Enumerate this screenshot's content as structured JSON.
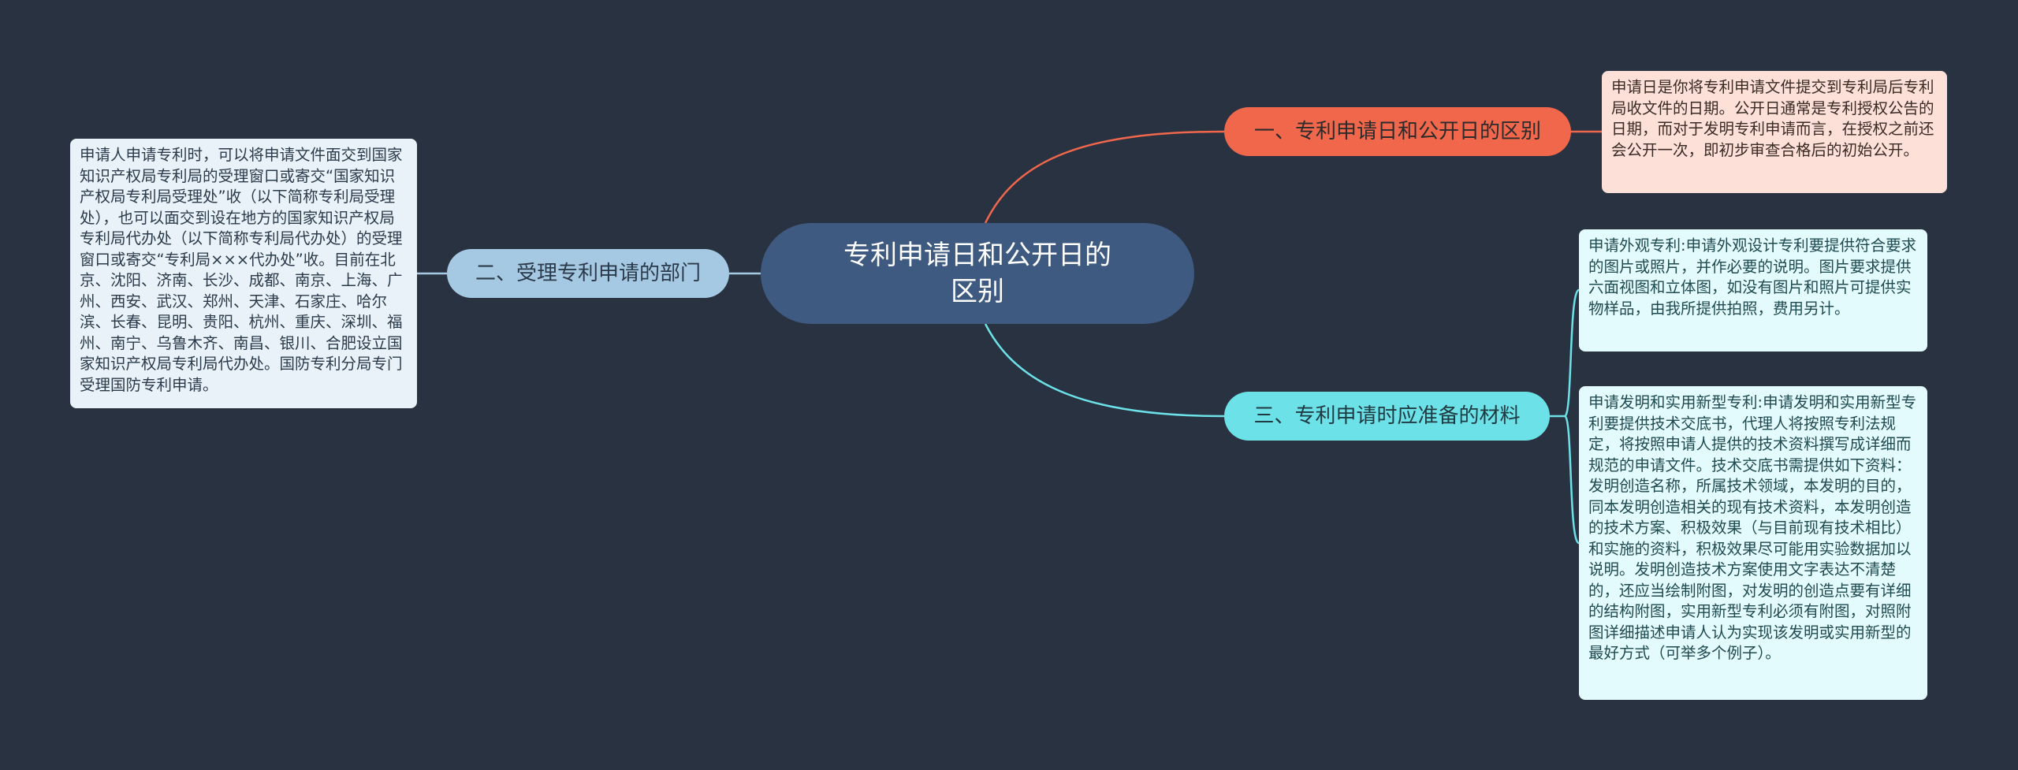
{
  "mindmap": {
    "center": {
      "title": "专利申请日和公开日的区别"
    },
    "branches": [
      {
        "label": "一、专利申请日和公开日的区别",
        "color": "#f0674c",
        "notes": [
          "申请日是你将专利申请文件提交到专利局后专利局收文件的日期。公开日通常是专利授权公告的日期，而对于发明专利申请而言，在授权之前还会公开一次，即初步审查合格后的初始公开。"
        ]
      },
      {
        "label": "二、受理专利申请的部门",
        "color": "#a6c9e3",
        "notes": [
          "申请人申请专利时，可以将申请文件面交到国家知识产权局专利局的受理窗口或寄交“国家知识产权局专利局受理处”收（以下简称专利局受理处），也可以面交到设在地方的国家知识产权局专利局代办处（以下简称专利局代办处）的受理窗口或寄交“专利局×××代办处”收。目前在北京、沈阳、济南、长沙、成都、南京、上海、广州、西安、武汉、郑州、天津、石家庄、哈尔滨、长春、昆明、贵阳、杭州、重庆、深圳、福州、南宁、乌鲁木齐、南昌、银川、合肥设立国家知识产权局专利局代办处。国防专利分局专门受理国防专利申请。"
        ]
      },
      {
        "label": "三、专利申请时应准备的材料",
        "color": "#6ce2e8",
        "notes": [
          "申请外观专利:申请外观设计专利要提供符合要求的图片或照片，并作必要的说明。图片要求提供六面视图和立体图，如没有图片和照片可提供实物样品，由我所提供拍照，费用另计。",
          "申请发明和实用新型专利:申请发明和实用新型专利要提供技术交底书，代理人将按照专利法规定，将按照申请人提供的技术资料撰写成详细而规范的申请文件。技术交底书需提供如下资料：发明创造名称，所属技术领域，本发明的目的，同本发明创造相关的现有技术资料，本发明创造的技术方案、积极效果（与目前现有技术相比）和实施的资料，积极效果尽可能用实验数据加以说明。发明创造技术方案使用文字表达不清楚的，还应当绘制附图，对发明的创造点要有详细的结构附图，实用新型专利必须有附图，对照附图详细描述申请人认为实现该发明或实用新型的最好方式（可举多个例子）。"
        ]
      }
    ]
  }
}
